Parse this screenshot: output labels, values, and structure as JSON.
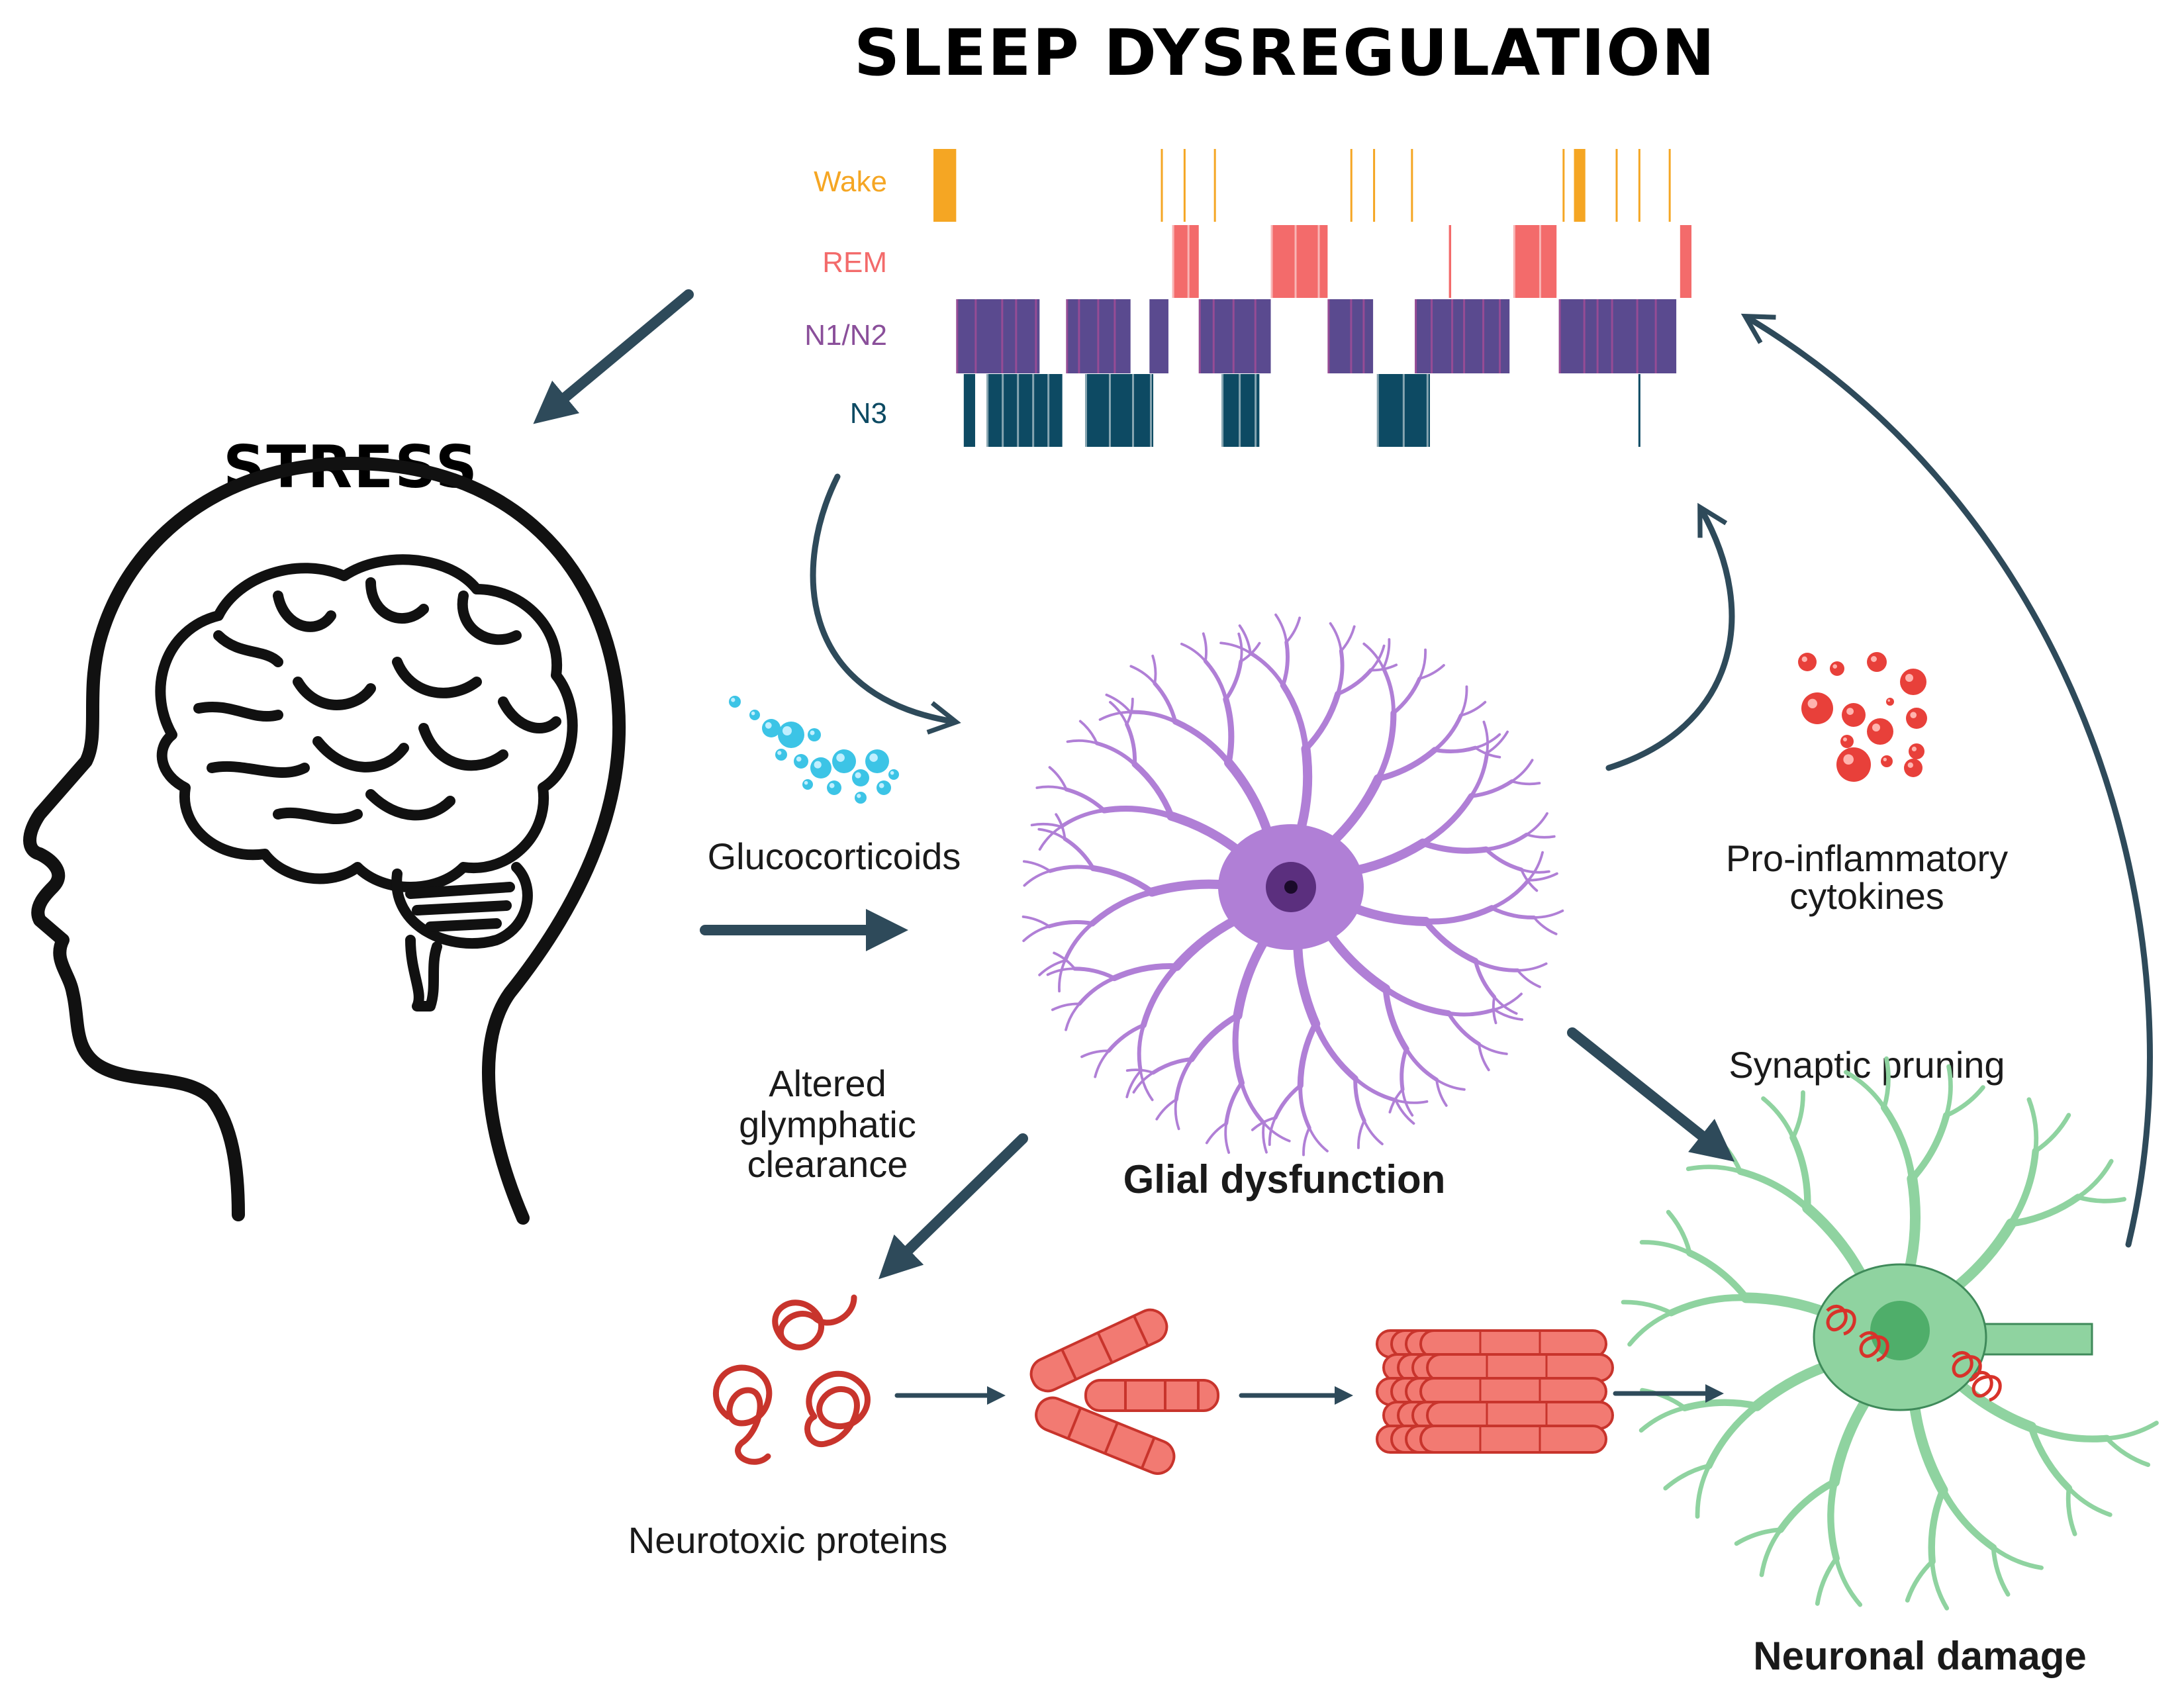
{
  "titles": {
    "sleep": "SLEEP DYSREGULATION",
    "stress": "STRESS"
  },
  "hypnogram": {
    "stages": [
      {
        "name": "Wake",
        "color": "#f5a623"
      },
      {
        "name": "REM",
        "color": "#f36b6b"
      },
      {
        "name": "N1/N2",
        "color": "#5a4a8f",
        "accent": "#c94f9a"
      },
      {
        "name": "N3",
        "color": "#0d4a63"
      }
    ]
  },
  "labels": {
    "glucocorticoids": "Glucocorticoids",
    "glial": "Glial dysfunction",
    "cytokines_line1": "Pro-inflammatory",
    "cytokines_line2": "cytokines",
    "synaptic": "Synaptic pruning",
    "altered_line1": "Altered",
    "altered_line2": "glymphatic",
    "altered_line3": "clearance",
    "neurotoxic": "Neurotoxic proteins",
    "neuronal": "Neuronal damage"
  },
  "colors": {
    "arrow": "#2e4a5a",
    "glia": "#b07fd6",
    "glia_nucleus": "#5b2f7e",
    "neuron": "#8fd3a0",
    "neuron_outline": "#3f8a5a",
    "protein": "#e8524a",
    "glucocorticoid": "#3cc4e6",
    "cytokine": "#e8403a"
  }
}
